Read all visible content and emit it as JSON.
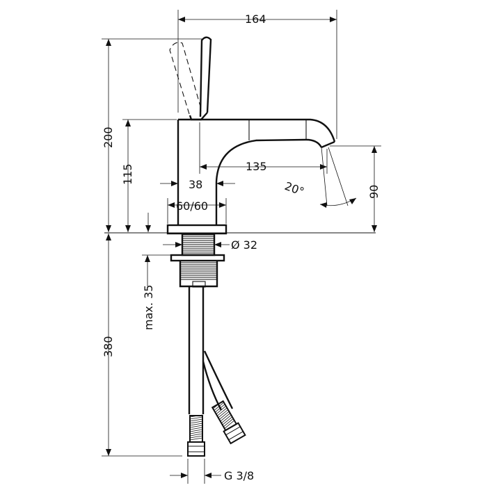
{
  "colors": {
    "line": "#111111",
    "background": "#ffffff"
  },
  "dimensions": {
    "total_width": "164",
    "total_height": "200",
    "body_height": "115",
    "spout_reach": "135",
    "body_width": "38",
    "base_size": "60/60",
    "spout_angle": "20°",
    "spout_height": "90",
    "shank_diameter": "Ø 32",
    "max_thickness": "max. 35",
    "hose_length": "380",
    "connection_thread": "G 3/8"
  }
}
